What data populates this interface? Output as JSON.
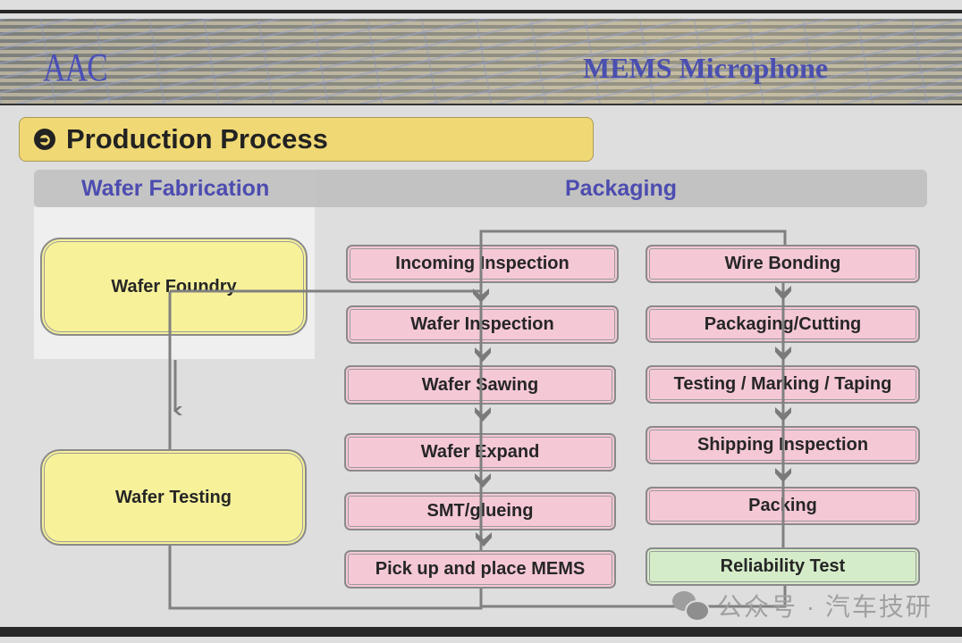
{
  "banner": {
    "logo": "AAC",
    "title": "MEMS Microphone"
  },
  "section": {
    "icon": "circle-arrow-right-icon",
    "title": "Production Process"
  },
  "columns": {
    "left": "Wafer Fabrication",
    "right": "Packaging"
  },
  "wafer_fabrication": {
    "steps": [
      "Wafer Foundry",
      "Wafer Testing"
    ]
  },
  "packaging": {
    "column1": [
      "Incoming Inspection",
      "Wafer Inspection",
      "Wafer Sawing",
      "Wafer Expand",
      "SMT/glueing",
      "Pick up and place MEMS"
    ],
    "column2": [
      "Wire Bonding",
      "Packaging/Cutting",
      "Testing / Marking / Taping",
      "Shipping Inspection",
      "Packing",
      "Reliability Test"
    ]
  },
  "colors": {
    "wafer_box": "#f7f29a",
    "process_box": "#f5c8d6",
    "reliability_box": "#d4ecc8",
    "header_box": "#f0d874",
    "header_text": "#4c4cb0",
    "connector": "#808080"
  },
  "watermark": {
    "icon": "wechat-icon",
    "text": "公众号 · 汽车技研"
  }
}
